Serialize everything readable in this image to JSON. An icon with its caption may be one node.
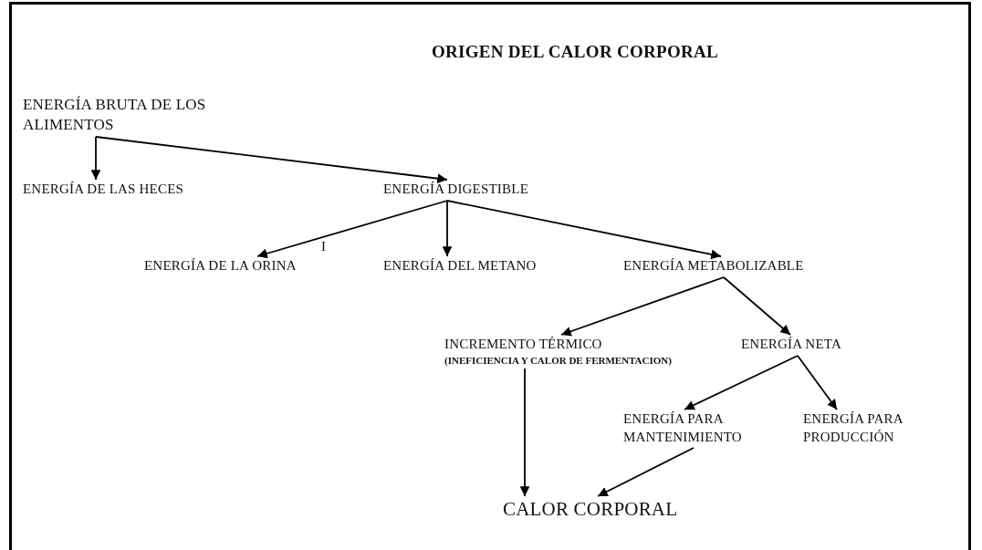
{
  "diagram": {
    "title": "ORIGEN DEL CALOR CORPORAL",
    "nodes": [
      {
        "text": [
          "ENERGÍA BRUTA DE LOS ALIMENTOS"
        ]
      },
      {
        "text": [
          "ENERGÍA DE LAS HECES"
        ]
      },
      {
        "text": [
          "ENERGÍA DIGESTIBLE"
        ]
      },
      {
        "text": [
          "ENERGÍA DE LA ORINA"
        ]
      },
      {
        "text": [
          "ENERGÍA DEL METANO"
        ]
      },
      {
        "text": [
          "ENERGÍA METABOLIZABLE"
        ]
      },
      {
        "text": [
          "INCREMENTO TÉRMICO",
          "(INEFICIENCIA Y CALOR DE FERMENTACION)"
        ]
      },
      {
        "text": [
          "ENERGÍA NETA"
        ]
      },
      {
        "text": [
          "ENERGÍA PARA MANTENIMIENTO"
        ]
      },
      {
        "text": [
          "ENERGÍA PARA PRODUCCIÓN"
        ]
      },
      {
        "text": [
          "CALOR CORPORAL"
        ]
      }
    ],
    "edges": [
      {
        "from": 0,
        "to": 1,
        "arrow": "to"
      },
      {
        "from": 0,
        "to": 2,
        "arrow": "to"
      },
      {
        "from": 2,
        "to": 3,
        "arrow": "to"
      },
      {
        "from": 2,
        "to": 4,
        "arrow": "to"
      },
      {
        "from": 2,
        "to": 5,
        "arrow": "to"
      },
      {
        "from": 5,
        "to": 6,
        "arrow": "to"
      },
      {
        "from": 5,
        "to": 7,
        "arrow": "to"
      },
      {
        "from": 7,
        "to": 8,
        "arrow": "to"
      },
      {
        "from": 7,
        "to": 9,
        "arrow": "to"
      },
      {
        "from": 6,
        "to": 10,
        "arrow": "to"
      },
      {
        "from": 8,
        "to": 10,
        "arrow": "to"
      }
    ],
    "labels": [
      "I"
    ]
  }
}
